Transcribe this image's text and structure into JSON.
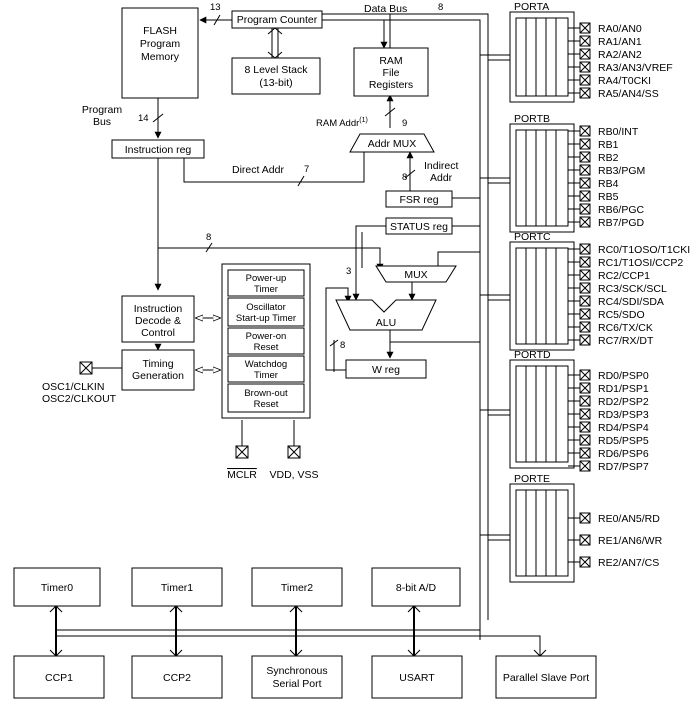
{
  "blocks": {
    "flash": [
      "FLASH",
      "Program",
      "Memory"
    ],
    "program_counter": "Program Counter",
    "stack": [
      "8 Level Stack",
      "(13-bit)"
    ],
    "ram": [
      "RAM",
      "File",
      "Registers"
    ],
    "instruction_reg": "Instruction reg",
    "addr_mux": "Addr MUX",
    "fsr_reg": "FSR reg",
    "status_reg": "STATUS reg",
    "mux": "MUX",
    "alu": "ALU",
    "w_reg": "W reg",
    "instruction_decode": [
      "Instruction",
      "Decode &",
      "Control"
    ],
    "timing_generation": [
      "Timing",
      "Generation"
    ],
    "power_up_timer": [
      "Power-up",
      "Timer"
    ],
    "oscillator_timer": [
      "Oscillator",
      "Start-up Timer"
    ],
    "power_on_reset": [
      "Power-on",
      "Reset"
    ],
    "watchdog_timer": [
      "Watchdog",
      "Timer"
    ],
    "brown_out_reset": [
      "Brown-out",
      "Reset"
    ]
  },
  "labels": {
    "data_bus": "Data Bus",
    "program_bus": [
      "Program",
      "Bus"
    ],
    "ram_addr": "RAM Addr",
    "ram_addr_sup": "(1)",
    "direct_addr": "Direct Addr",
    "indirect_addr": [
      "Indirect",
      "Addr"
    ],
    "osc": [
      "OSC1/CLKIN",
      "OSC2/CLKOUT"
    ],
    "mclr": "MCLR",
    "vdd_vss": "VDD, VSS"
  },
  "bus_widths": {
    "pc_to_flash": "13",
    "data_bus": "8",
    "program_bus": "14",
    "ram_addr": "9",
    "direct_addr": "7",
    "indirect_addr": "8",
    "alu_bus": "8",
    "status_to_mux": "3",
    "w_feedback": "8"
  },
  "ports": [
    {
      "name": "PORTA",
      "pins": [
        "RA0/AN0",
        "RA1/AN1",
        "RA2/AN2",
        "RA3/AN3/VREF",
        "RA4/T0CKI",
        "RA5/AN4/SS"
      ]
    },
    {
      "name": "PORTB",
      "pins": [
        "RB0/INT",
        "RB1",
        "RB2",
        "RB3/PGM",
        "RB4",
        "RB5",
        "RB6/PGC",
        "RB7/PGD"
      ]
    },
    {
      "name": "PORTC",
      "pins": [
        "RC0/T1OSO/T1CKI",
        "RC1/T1OSI/CCP2",
        "RC2/CCP1",
        "RC3/SCK/SCL",
        "RC4/SDI/SDA",
        "RC5/SDO",
        "RC6/TX/CK",
        "RC7/RX/DT"
      ]
    },
    {
      "name": "PORTD",
      "pins": [
        "RD0/PSP0",
        "RD1/PSP1",
        "RD2/PSP2",
        "RD3/PSP3",
        "RD4/PSP4",
        "RD5/PSP5",
        "RD6/PSP6",
        "RD7/PSP7"
      ]
    },
    {
      "name": "PORTE",
      "pins": [
        "RE0/AN5/RD",
        "RE1/AN6/WR",
        "RE2/AN7/CS"
      ]
    }
  ],
  "peripherals_top": [
    "Timer0",
    "Timer1",
    "Timer2",
    "8-bit A/D"
  ],
  "peripherals_bottom": [
    "CCP1",
    "CCP2",
    [
      "Synchronous",
      "Serial Port"
    ],
    "USART",
    "Parallel Slave Port"
  ]
}
